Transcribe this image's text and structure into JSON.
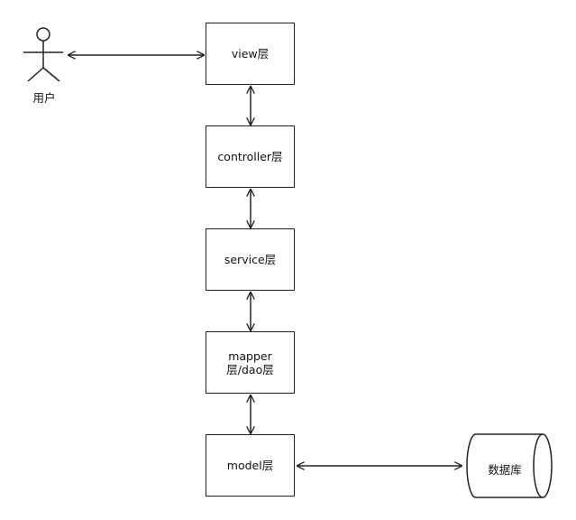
{
  "actor": {
    "label": "用户"
  },
  "layers": [
    {
      "id": "view",
      "label": "view层"
    },
    {
      "id": "controller",
      "label": "controller层"
    },
    {
      "id": "service",
      "label": "service层"
    },
    {
      "id": "mapper",
      "label": "mapper\n层/dao层"
    },
    {
      "id": "model",
      "label": "model层"
    }
  ],
  "database": {
    "label": "数据库"
  },
  "colors": {
    "stroke": "#222222",
    "background": "#ffffff"
  }
}
